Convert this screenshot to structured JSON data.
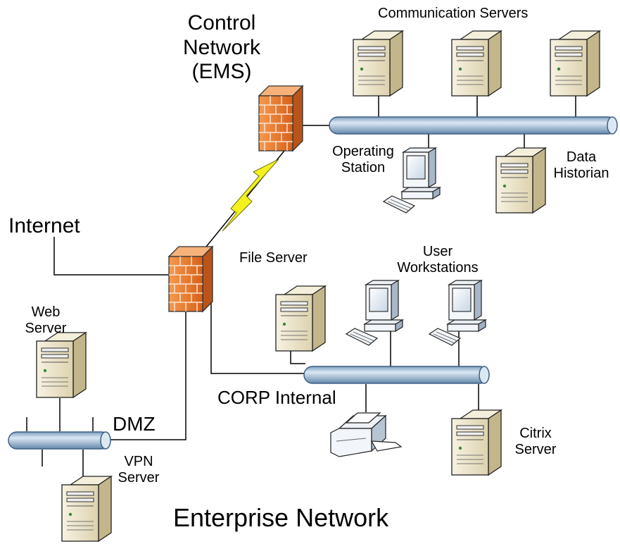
{
  "title": "Enterprise Network",
  "zones": {
    "control": {
      "line1": "Control",
      "line2": "Network",
      "line3": "(EMS)"
    },
    "internet": "Internet",
    "dmz": "DMZ",
    "corp": "CORP Internal"
  },
  "devices": {
    "communication_servers": "Communication Servers",
    "operating_station": {
      "line1": "Operating",
      "line2": "Station"
    },
    "data_historian": {
      "line1": "Data",
      "line2": "Historian"
    },
    "file_server": "File Server",
    "user_workstations": {
      "line1": "User",
      "line2": "Workstations"
    },
    "web_server": {
      "line1": "Web",
      "line2": "Server"
    },
    "vpn_server": {
      "line1": "VPN",
      "line2": "Server"
    },
    "citrix_server": {
      "line1": "Citrix",
      "line2": "Server"
    }
  },
  "colors": {
    "bus": "#b5cde3",
    "bus_stroke": "#3d5f84",
    "firewall": "#e8762a",
    "server": "#ece3c6",
    "lightning": "#f4f21c"
  }
}
